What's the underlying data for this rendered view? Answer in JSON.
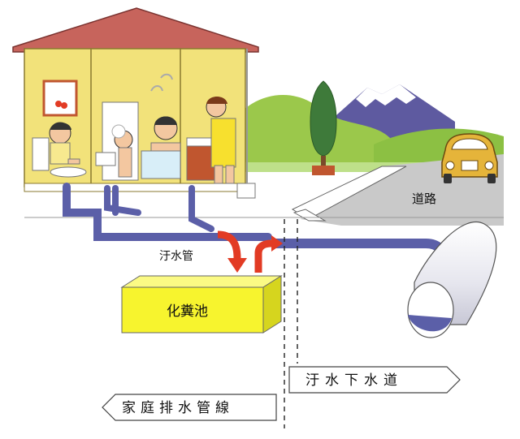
{
  "labels": {
    "road": "道路",
    "sewage_pipe": "汙水管",
    "septic_tank": "化糞池",
    "public_sewer": "汙水下水道",
    "household_drain": "家庭排水管線"
  },
  "colors": {
    "house_wall": "#F2E27A",
    "roof": "#C7645C",
    "pipe": "#5B5FA8",
    "septic_tank": "#F7F42E",
    "arrow": "#E23B24",
    "mountain": "#5E5AA0",
    "hill": "#9BC84B",
    "road": "#C9C9C9"
  }
}
